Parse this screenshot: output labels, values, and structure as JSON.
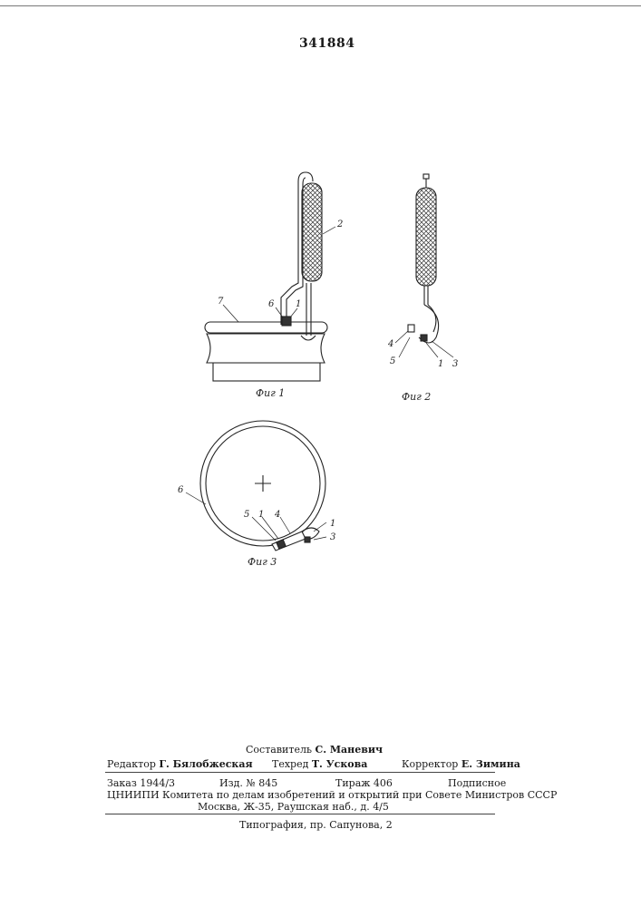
{
  "patent_number": "341884",
  "figures": {
    "fig1": {
      "caption": "Фиг 1",
      "labels": {
        "l7": "7",
        "l6": "6",
        "l1": "1",
        "l2": "2"
      }
    },
    "fig2": {
      "caption": "Фиг 2",
      "labels": {
        "l4": "4",
        "l5": "5",
        "l1": "1",
        "l3": "3"
      }
    },
    "fig3": {
      "caption": "Фиг 3",
      "labels": {
        "l6": "6",
        "l5": "5",
        "l1a": "1",
        "l4": "4",
        "l1b": "1",
        "l3": "3"
      }
    }
  },
  "colophon": {
    "compiler_role": "Составитель",
    "compiler_name": "С. Маневич",
    "editor_role": "Редактор",
    "editor_name": "Г. Бялобжеская",
    "tech_role": "Техред",
    "tech_name": "Т. Ускова",
    "corrector_role": "Корректор",
    "corrector_name": "Е. Зимина",
    "order": "Заказ 1944/3",
    "izd": "Изд. № 845",
    "tirazh": "Тираж 406",
    "podpisnoe": "Подписное",
    "cniipi": "ЦНИИПИ Комитета по делам изобретений и открытий при Совете Министров СССР",
    "address": "Москва, Ж-35, Раушская наб., д. 4/5",
    "typography": "Типография, пр. Сапунова, 2"
  }
}
